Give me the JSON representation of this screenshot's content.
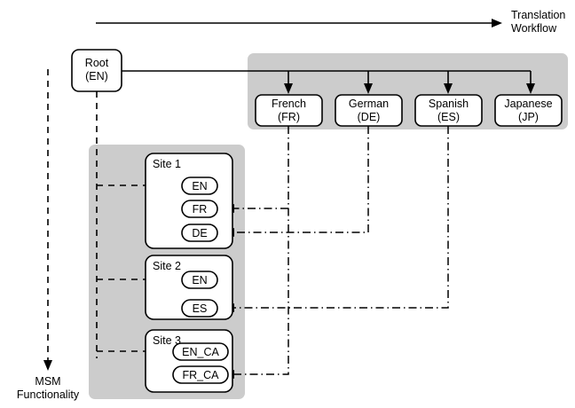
{
  "diagram": {
    "title_flow": {
      "line1": "Translation",
      "line2": "Workflow"
    },
    "msm_label": {
      "line1": "MSM",
      "line2": "Functionality"
    },
    "root_node": {
      "line1": "Root",
      "line2": "(EN)"
    },
    "languages": [
      {
        "name": "French",
        "code": "(FR)"
      },
      {
        "name": "German",
        "code": "(DE)"
      },
      {
        "name": "Spanish",
        "code": "(ES)"
      },
      {
        "name": "Japanese",
        "code": "(JP)"
      }
    ],
    "sites": [
      {
        "title": "Site 1",
        "locales": [
          "EN",
          "FR",
          "DE"
        ]
      },
      {
        "title": "Site 2",
        "locales": [
          "EN",
          "ES"
        ]
      },
      {
        "title": "Site 3",
        "locales": [
          "EN_CA",
          "FR_CA"
        ]
      }
    ],
    "colors": {
      "panel_gray": "#cccccc",
      "stroke": "#000000",
      "node_fill": "#ffffff",
      "background": "#ffffff"
    }
  }
}
